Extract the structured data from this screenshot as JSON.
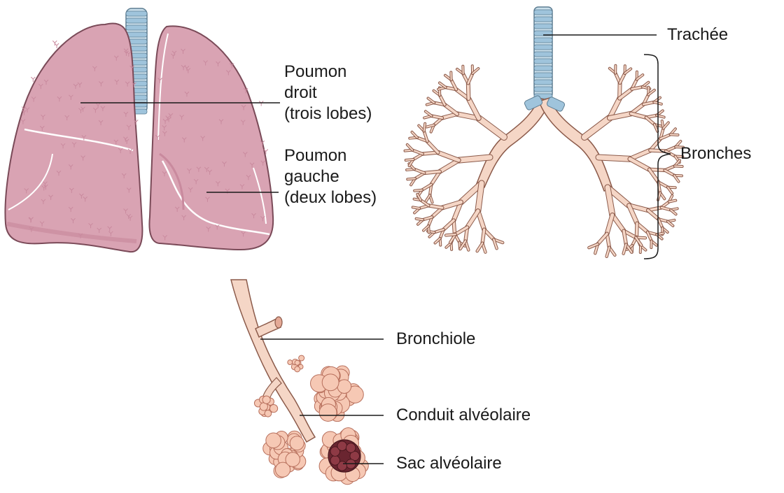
{
  "colors": {
    "lung_fill": "#d9a3b3",
    "lung_shade": "#c98a9e",
    "lung_outline": "#7a4a58",
    "trachea_ring": "#9fc4dc",
    "trachea_gap": "#c9dfeb",
    "bronchi_fill": "#f5d6c6",
    "bronchi_outline": "#8b5a4a",
    "alveoli_fill": "#f6c8b4",
    "alveoli_dark": "#6a2530",
    "line": "#1a1a1a"
  },
  "lungs": {
    "right_lung_label": [
      "Poumon",
      "droit",
      "(trois lobes)"
    ],
    "left_lung_label": [
      "Poumon",
      "gauche",
      "(deux lobes)"
    ]
  },
  "airways": {
    "trachea_label": "Trachée",
    "bronchi_label": "Bronches"
  },
  "alveoli": {
    "bronchiole_label": "Bronchiole",
    "alveolar_duct_label": "Conduit alvéolaire",
    "alveolar_sac_label": "Sac alvéolaire"
  }
}
